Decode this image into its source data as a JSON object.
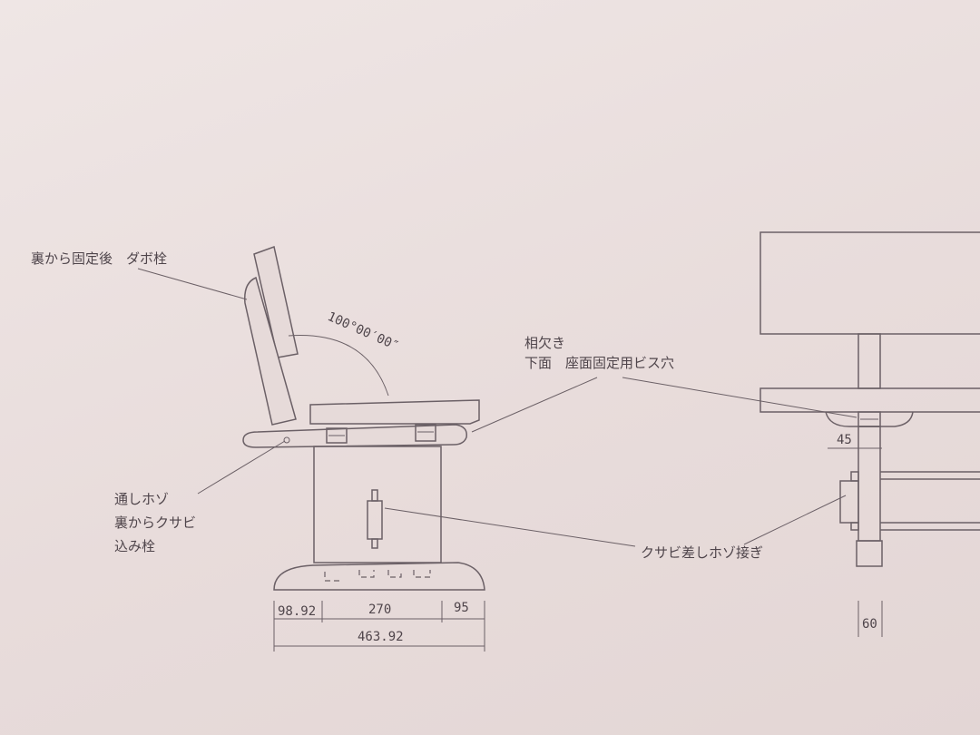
{
  "labels": {
    "dowel_note": "裏から固定後　ダボ栓",
    "angle": "100°00′00″",
    "notch_line1": "相欠き",
    "notch_line2": "下面　座面固定用ビス穴",
    "mortise_line1": "通しホゾ",
    "mortise_line2": "裏からクサビ",
    "mortise_line3": "込み栓",
    "wedge_tenon": "クサビ差しホゾ接ぎ"
  },
  "dimensions": {
    "left_overhang": "98.92",
    "center_span": "270",
    "right_overhang": "95",
    "total_depth": "463.92",
    "front_notch": "45",
    "front_leg_width": "60"
  }
}
